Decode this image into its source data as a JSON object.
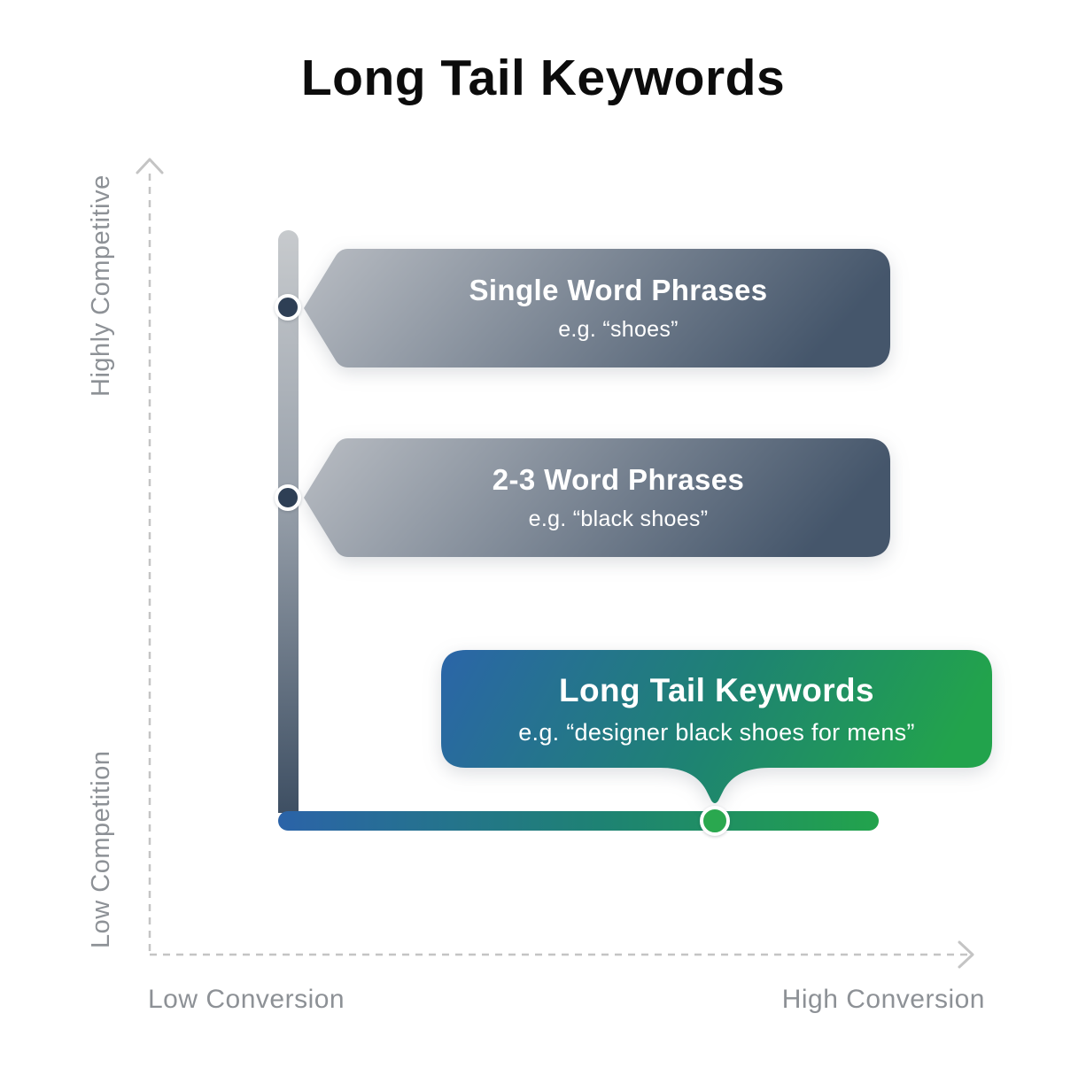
{
  "title": "Long Tail Keywords",
  "axes": {
    "y_top_label": "Highly Competitive",
    "y_bottom_label": "Low Competition",
    "x_left_label": "Low Conversion",
    "x_right_label": "High Conversion"
  },
  "callouts": [
    {
      "title": "Single Word Phrases",
      "example": "e.g. “shoes”"
    },
    {
      "title": "2-3 Word Phrases",
      "example": "e.g. “black shoes”"
    },
    {
      "title": "Long Tail Keywords",
      "example": "e.g. “designer black shoes for mens”"
    }
  ],
  "colors": {
    "gray_gradient_start": "#b9bdc3",
    "gray_gradient_end": "#45566b",
    "blue_gradient_start": "#2b65a8",
    "blue_gradient_end": "#22a34c",
    "bar_gray_top": "#c7cacd",
    "bar_gray_bottom": "#3e4f63",
    "navy_dot": "#2e3f55",
    "green_dot": "#2aa84f",
    "axis_text": "#8d9196",
    "axis_line": "#c4c4c4",
    "title_text": "#0c0c0c"
  }
}
